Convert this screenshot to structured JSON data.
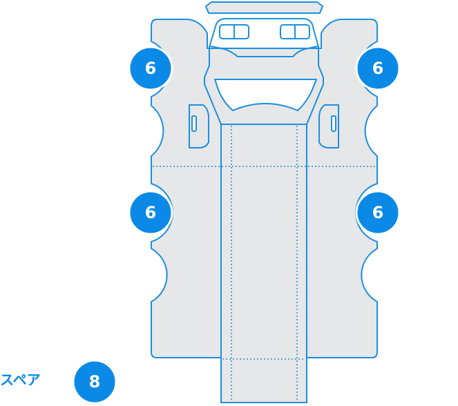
{
  "colors": {
    "accent": "#0a8ae6",
    "outline": "#1a8fe0",
    "panel_fill": "#e6e7e8",
    "background": "#ffffff"
  },
  "badges": [
    {
      "value": "6"
    },
    {
      "value": "6"
    },
    {
      "value": "6"
    },
    {
      "value": "6"
    }
  ],
  "spare": {
    "label": "スペア",
    "count": "8"
  }
}
